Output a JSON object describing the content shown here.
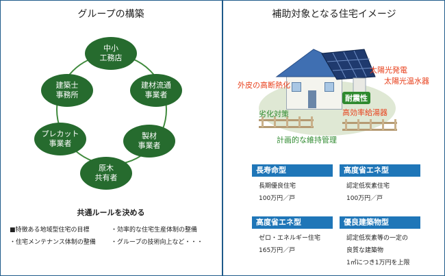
{
  "left": {
    "title": "グループの構築",
    "nodes": [
      {
        "name": "node-small-medium-builders",
        "label": "中小\n工務店"
      },
      {
        "name": "node-building-material-distributors",
        "label": "建材流通\n事業者"
      },
      {
        "name": "node-sawmill-operators",
        "label": "製材\n事業者"
      },
      {
        "name": "node-log-owners",
        "label": "原木\n共有者"
      },
      {
        "name": "node-precut-operators",
        "label": "プレカット\n事業者"
      },
      {
        "name": "node-architect-offices",
        "label": "建築士\n事務所"
      }
    ],
    "rules_title": "共通ルールを決める",
    "rules": [
      "■特徴ある地域型住宅の目標",
      "・効率的な住宅生産体制の整備",
      "・住宅メンテナンス体制の整備",
      "・グループの技術向上など・・・"
    ]
  },
  "right": {
    "title": "補助対象となる住宅イメージ",
    "annotations": {
      "solar_power": "太陽光発電",
      "solar_water_heater": "太陽光温水器",
      "exterior_insulation": "外皮の高断熱化",
      "deterioration": "劣化対策",
      "seismic": "耐震性",
      "efficient_water_heater": "高効率給湯器",
      "maintenance": "計画的な維持管理"
    },
    "cards": [
      {
        "title": "長寿命型",
        "lines": [
          "長期優良住宅",
          "100万円／戸"
        ]
      },
      {
        "title": "高度省エネ型",
        "lines": [
          "認定低炭素住宅",
          "100万円／戸"
        ]
      },
      {
        "title": "高度省エネ型",
        "lines": [
          "ゼロ・エネルギー住宅",
          "165万円／戸"
        ]
      },
      {
        "title": "優良建築物型",
        "lines": [
          "認定低炭素等の一定の",
          "良質な建築物",
          "1㎡につき1万円を上限"
        ]
      }
    ]
  }
}
